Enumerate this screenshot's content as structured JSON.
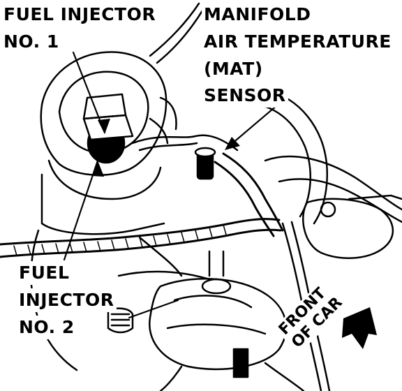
{
  "labels": {
    "fuel_injector_1": [
      "FUEL INJECTOR",
      "NO. 1"
    ],
    "mat_sensor": [
      "MANIFOLD",
      "AIR TEMPERATURE",
      "(MAT)",
      "SENSOR"
    ],
    "fuel_injector_2": [
      "FUEL",
      "INJECTOR",
      "NO. 2"
    ],
    "front_of_car": [
      "FRONT",
      "OF CAR"
    ]
  },
  "colors": {
    "ink": "#000000",
    "paper": "#ffffff"
  }
}
